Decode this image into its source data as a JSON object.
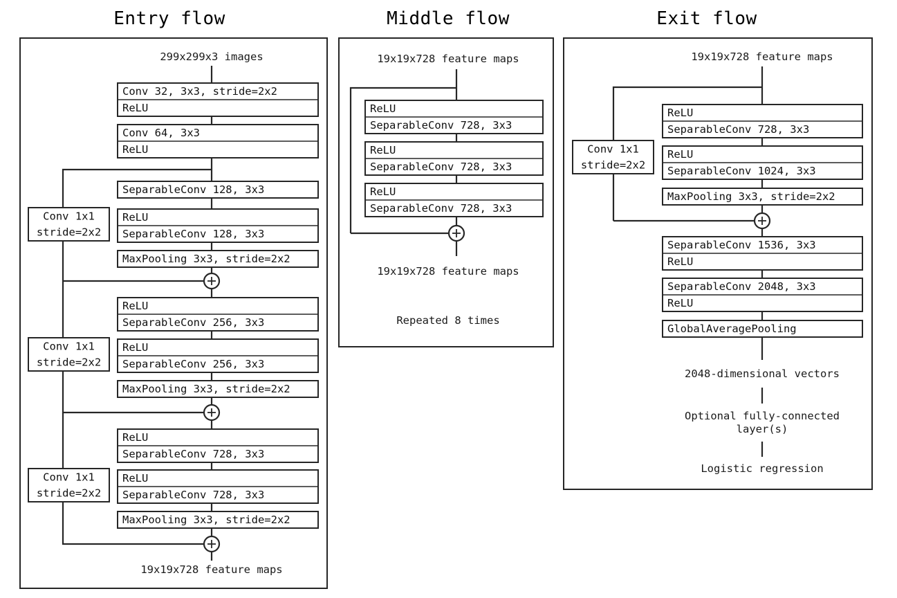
{
  "figure": {
    "kind": "neural-network-architecture-diagram",
    "background": "#ffffff",
    "stroke_color": "#262626",
    "text_color": "#111111"
  },
  "panels": {
    "entry": {
      "title": "Entry flow",
      "input_note": "299x299x3 images",
      "output_note": "19x19x728 feature maps",
      "boxes": {
        "conv32": "Conv 32, 3x3, stride=2x2",
        "relu_a": "ReLU",
        "conv64": "Conv 64, 3x3",
        "relu_b": "ReLU",
        "sepconv128_a": "SeparableConv 128, 3x3",
        "relu_c": "ReLU",
        "sepconv128_b": "SeparableConv 128, 3x3",
        "maxpool_a": "MaxPooling 3x3, stride=2x2",
        "relu_d": "ReLU",
        "sepconv256_a": "SeparableConv 256, 3x3",
        "relu_e": "ReLU",
        "sepconv256_b": "SeparableConv 256, 3x3",
        "maxpool_b": "MaxPooling 3x3, stride=2x2",
        "relu_f": "ReLU",
        "sepconv728_a": "SeparableConv 728, 3x3",
        "relu_g": "ReLU",
        "sepconv728_b": "SeparableConv 728, 3x3",
        "maxpool_c": "MaxPooling 3x3, stride=2x2"
      },
      "shortcuts": {
        "conv1x1_a_line1": "Conv 1x1",
        "conv1x1_a_line2": "stride=2x2",
        "conv1x1_b_line1": "Conv 1x1",
        "conv1x1_b_line2": "stride=2x2",
        "conv1x1_c_line1": "Conv 1x1",
        "conv1x1_c_line2": "stride=2x2"
      },
      "adders": [
        "+",
        "+",
        "+"
      ]
    },
    "middle": {
      "title": "Middle flow",
      "input_note": "19x19x728 feature maps",
      "output_note": "19x19x728 feature maps",
      "repeat_note": "Repeated 8 times",
      "boxes": {
        "relu_a": "ReLU",
        "sepconv_a": "SeparableConv 728, 3x3",
        "relu_b": "ReLU",
        "sepconv_b": "SeparableConv 728, 3x3",
        "relu_c": "ReLU",
        "sepconv_c": "SeparableConv 728, 3x3"
      },
      "adders": [
        "+"
      ]
    },
    "exit": {
      "title": "Exit flow",
      "input_note": "19x19x728 feature maps",
      "boxes": {
        "relu_a": "ReLU",
        "sepconv728": "SeparableConv 728, 3x3",
        "relu_b": "ReLU",
        "sepconv1024": "SeparableConv 1024, 3x3",
        "maxpool": "MaxPooling 3x3, stride=2x2",
        "sepconv1536": "SeparableConv 1536, 3x3",
        "relu_c": "ReLU",
        "sepconv2048": "SeparableConv 2048, 3x3",
        "relu_d": "ReLU",
        "gap": "GlobalAveragePooling"
      },
      "shortcuts": {
        "conv1x1_line1": "Conv 1x1",
        "conv1x1_line2": "stride=2x2"
      },
      "adders": [
        "+"
      ],
      "tail_notes": {
        "vectors": "2048-dimensional vectors",
        "fc_line1": "Optional fully-connected",
        "fc_line2": "layer(s)",
        "logistic": "Logistic regression"
      }
    }
  }
}
